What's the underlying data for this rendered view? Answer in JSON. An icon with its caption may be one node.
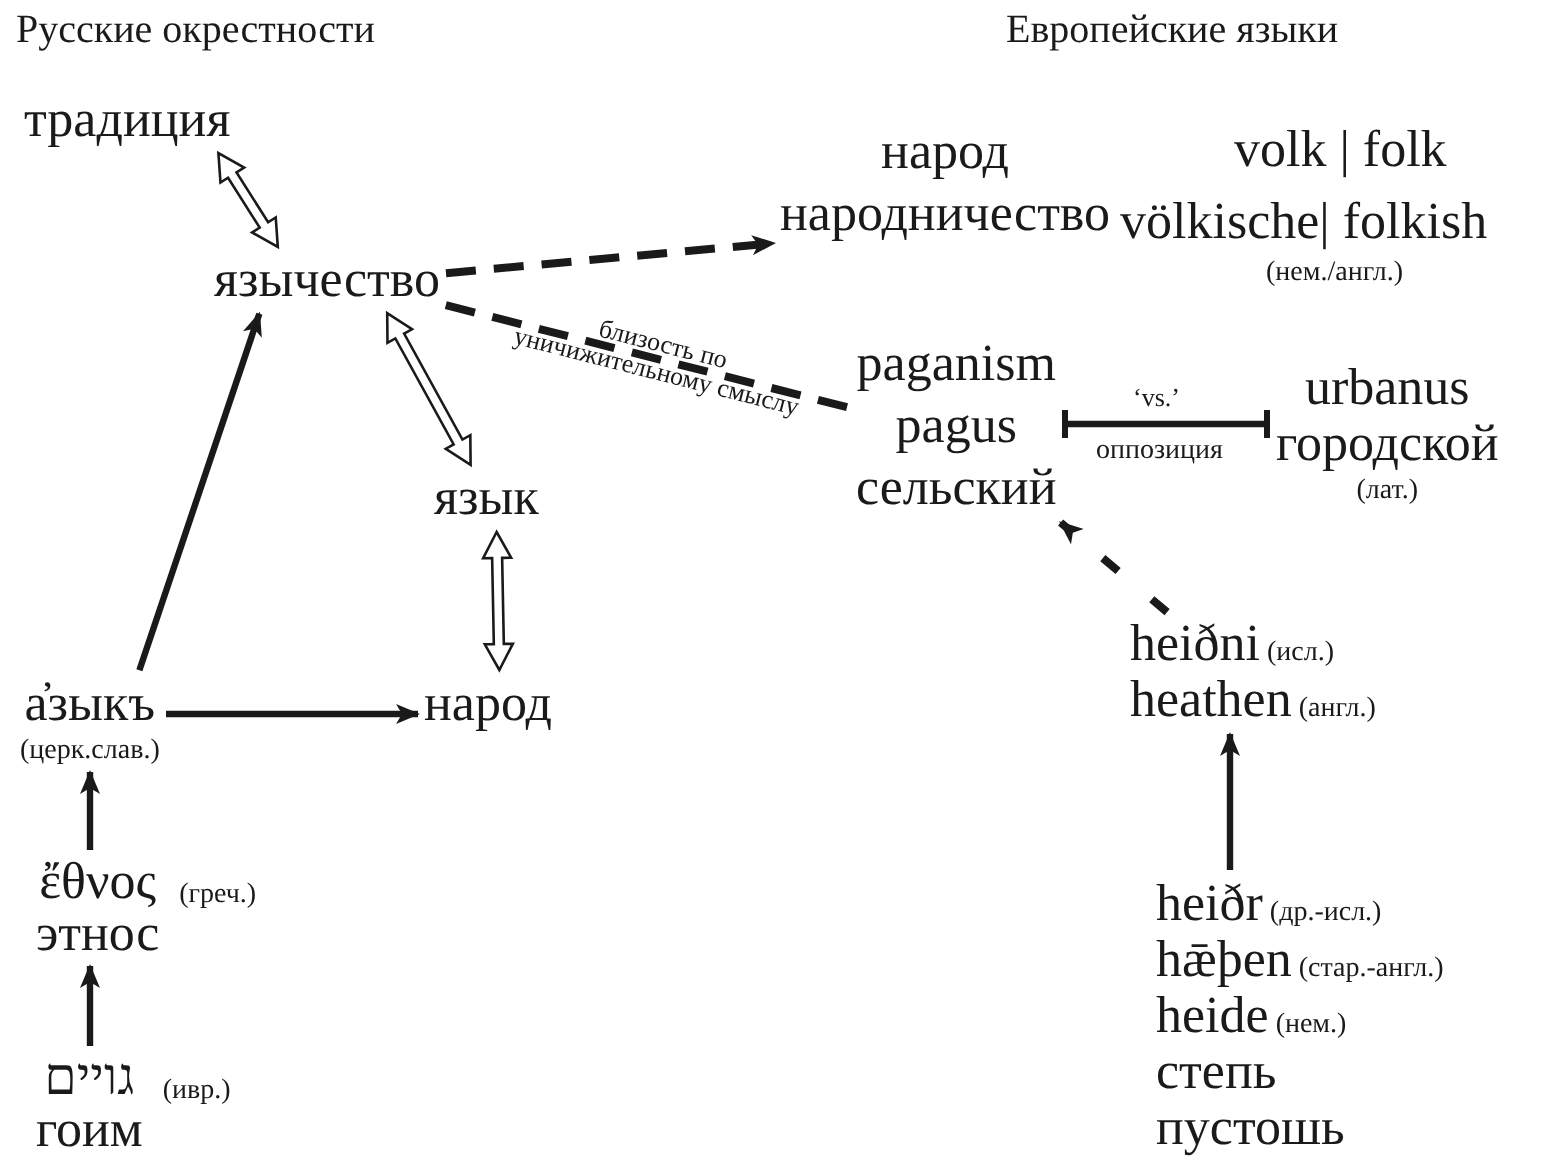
{
  "diagram": {
    "nodes": [
      {
        "text": [
          "традиция"
        ]
      },
      {
        "text": [
          "язычество"
        ]
      },
      {
        "text": [
          "язык"
        ]
      },
      {
        "text": [
          "народ"
        ]
      },
      {
        "text": [
          "а̓зыкъ"
        ],
        "beside": [
          "(церк.слав.)"
        ]
      },
      {
        "text": [
          "ἔθνος",
          "этнос"
        ],
        "beside": [
          "(греч.)"
        ]
      },
      {
        "text": [
          "גויים",
          "гоим"
        ],
        "beside": [
          "(ивр.)"
        ]
      },
      {
        "text": [
          "народ",
          "народничество"
        ]
      },
      {
        "text": [
          "paganism",
          "pagus",
          "сельский"
        ]
      },
      {
        "text": [
          "urbanus",
          "городской"
        ],
        "beside": [
          "(лат.)"
        ]
      },
      {
        "text": [
          "heiðni",
          "heathen"
        ],
        "beside": [
          "(исл.)",
          "(англ.)"
        ]
      },
      {
        "text": [
          "heiðr",
          "hǣþen",
          "heide",
          "степь",
          "пустошь"
        ],
        "beside": [
          "(др.-исл.)",
          "(стар.-англ.)",
          "(нем.)"
        ]
      }
    ],
    "edges": [
      {
        "from": 0,
        "to": 1,
        "arrow": "both"
      },
      {
        "from": 1,
        "to": 2,
        "arrow": "both"
      },
      {
        "from": 2,
        "to": 3,
        "arrow": "both"
      },
      {
        "from": 4,
        "to": 1,
        "arrow": "to"
      },
      {
        "from": 4,
        "to": 3,
        "arrow": "to"
      },
      {
        "from": 5,
        "to": 4,
        "arrow": "to"
      },
      {
        "from": 6,
        "to": 5,
        "arrow": "to"
      },
      {
        "from": 1,
        "to": 7,
        "arrow": "to",
        "style": "dashed"
      },
      {
        "from": 1,
        "to": 8,
        "arrow": "none",
        "style": "dashed",
        "label": "близость по уничижительному смыслу"
      },
      {
        "from": 8,
        "to": 9,
        "arrow": "other",
        "label": "‘vs.’"
      },
      {
        "from": 10,
        "to": 8,
        "arrow": "to",
        "style": "dashed"
      },
      {
        "from": 11,
        "to": 10,
        "arrow": "to"
      }
    ],
    "labels": [
      "Русские окрестности",
      "Европейские языки",
      "volk | folk",
      "völkische| folkish",
      "(нем./англ.)",
      "оппозиция"
    ]
  }
}
